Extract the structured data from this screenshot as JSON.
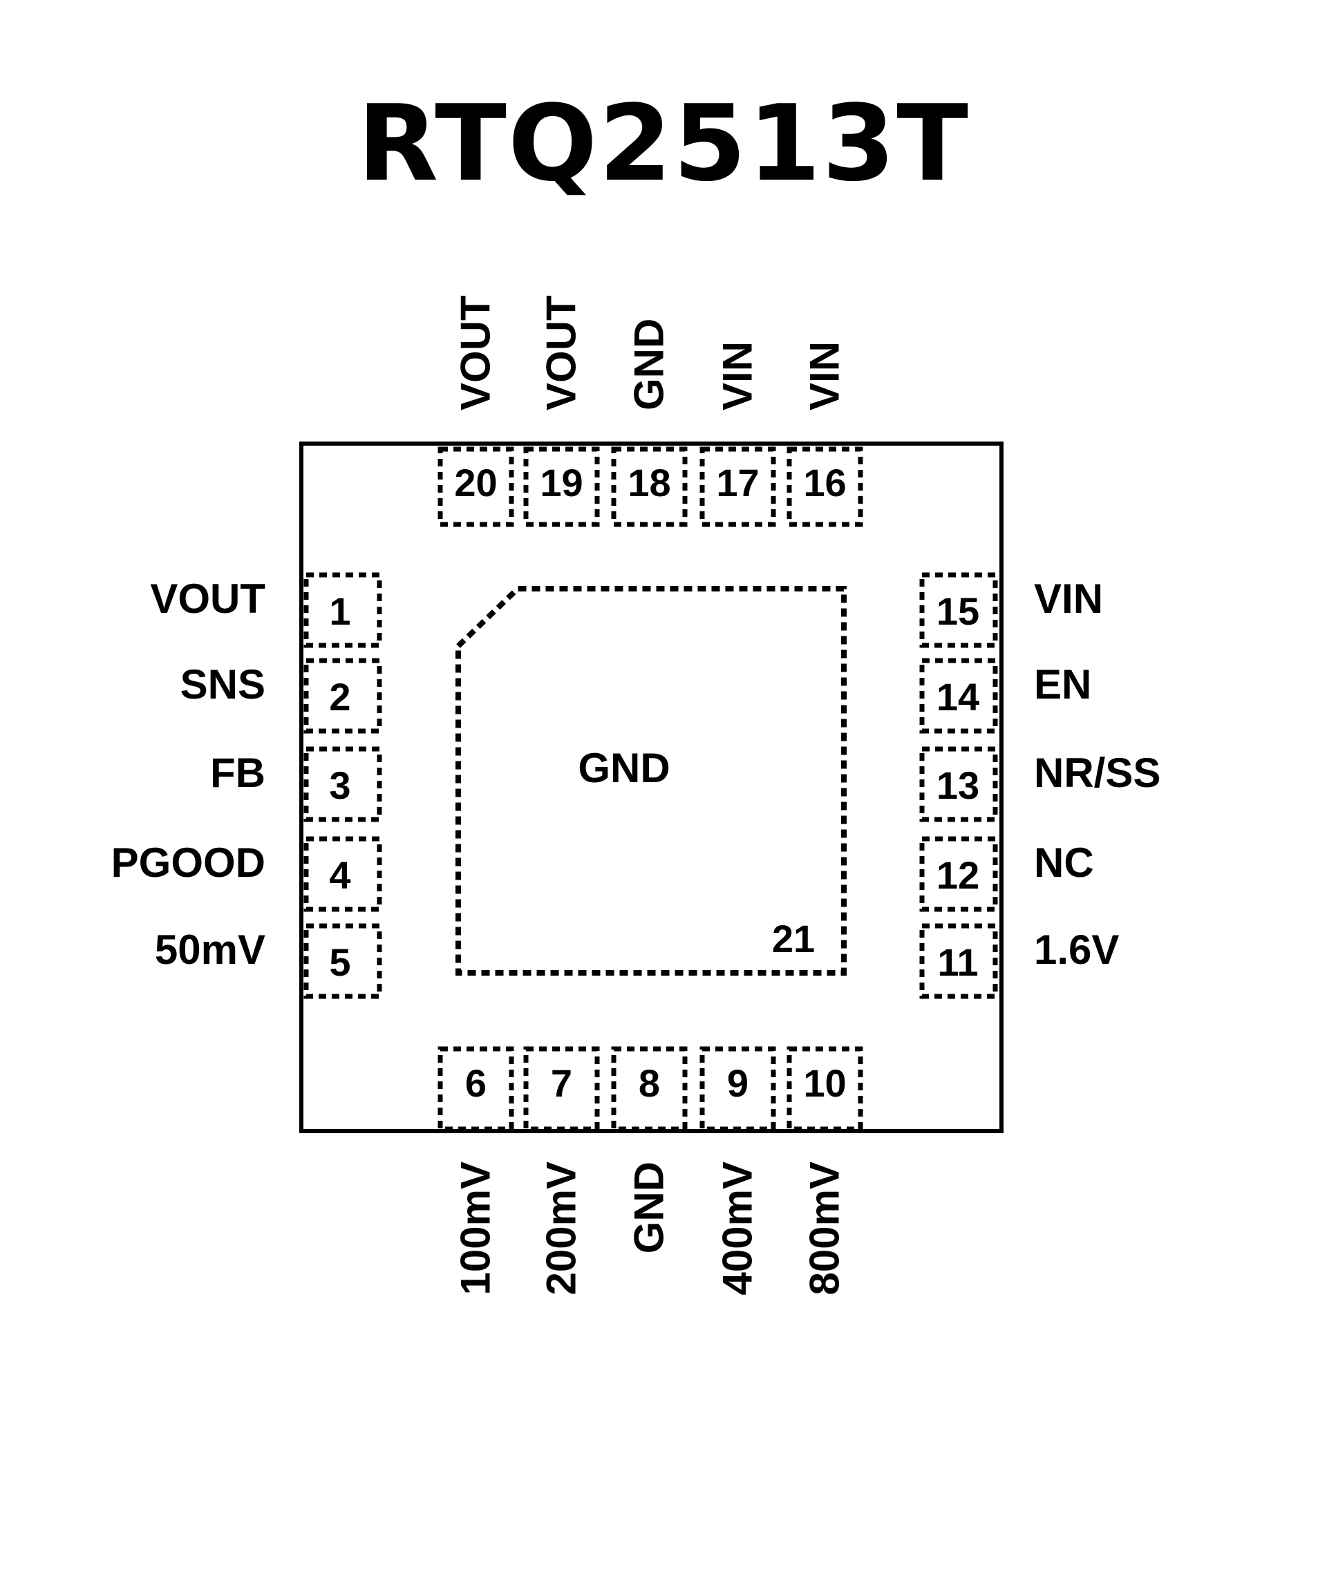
{
  "title": "RTQ2513T",
  "exposed_pad": {
    "label": "GND",
    "number": "21"
  },
  "pins": {
    "top": [
      {
        "num": "20",
        "name": "VOUT"
      },
      {
        "num": "19",
        "name": "VOUT"
      },
      {
        "num": "18",
        "name": "GND"
      },
      {
        "num": "17",
        "name": "VIN"
      },
      {
        "num": "16",
        "name": "VIN"
      }
    ],
    "left": [
      {
        "num": "1",
        "name": "VOUT"
      },
      {
        "num": "2",
        "name": "SNS"
      },
      {
        "num": "3",
        "name": "FB"
      },
      {
        "num": "4",
        "name": "PGOOD"
      },
      {
        "num": "5",
        "name": "50mV"
      }
    ],
    "right": [
      {
        "num": "15",
        "name": "VIN"
      },
      {
        "num": "14",
        "name": "EN"
      },
      {
        "num": "13",
        "name": "NR/SS"
      },
      {
        "num": "12",
        "name": "NC"
      },
      {
        "num": "11",
        "name": "1.6V"
      }
    ],
    "bottom": [
      {
        "num": "6",
        "name": "100mV"
      },
      {
        "num": "7",
        "name": "200mV"
      },
      {
        "num": "8",
        "name": "GND"
      },
      {
        "num": "9",
        "name": "400mV"
      },
      {
        "num": "10",
        "name": "800mV"
      }
    ]
  }
}
